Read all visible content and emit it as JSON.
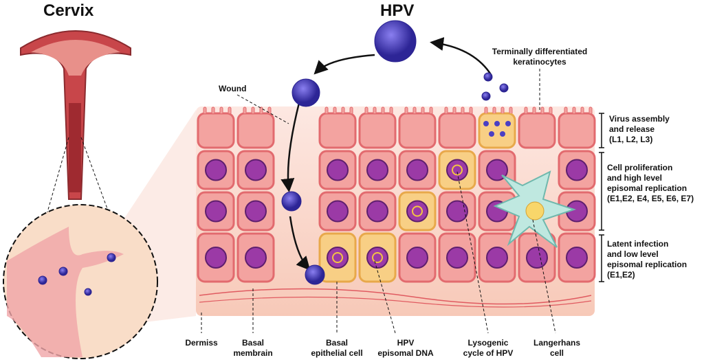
{
  "titles": {
    "cervix": "Cervix",
    "hpv": "HPV"
  },
  "labels": {
    "terminal": [
      "Terminally differentiated",
      "keratinocytes"
    ],
    "wound": "Wound",
    "stage1": [
      "Virus assembly",
      "and release",
      "(L1, L2, L3)"
    ],
    "stage2": [
      "Cell proliferation",
      "and high level",
      "episomal replication",
      "(E1,E2, E4, E5, E6, E7)"
    ],
    "stage3": [
      "Latent infection",
      "and low level",
      "episomal replication",
      "(E1,E2)"
    ],
    "dermiss": "Dermiss",
    "basal_membrain": [
      "Basal",
      "membrain"
    ],
    "basal_cell": [
      "Basal",
      "epithelial cell"
    ],
    "episomal_dna": [
      "HPV",
      "episomal DNA"
    ],
    "lysogenic": [
      "Lysogenic",
      "cycle of HPV"
    ],
    "langerhans": [
      "Langerhans",
      "cell"
    ]
  },
  "colors": {
    "virus": "#4a3fc4",
    "cell": "#f3a3a0",
    "cell_border": "#e26a6e",
    "nucleus": "#9b3aa6",
    "infected": "#f8cf85",
    "langerhans": "#bfe8e0",
    "dermis": "#f8cfc0"
  }
}
